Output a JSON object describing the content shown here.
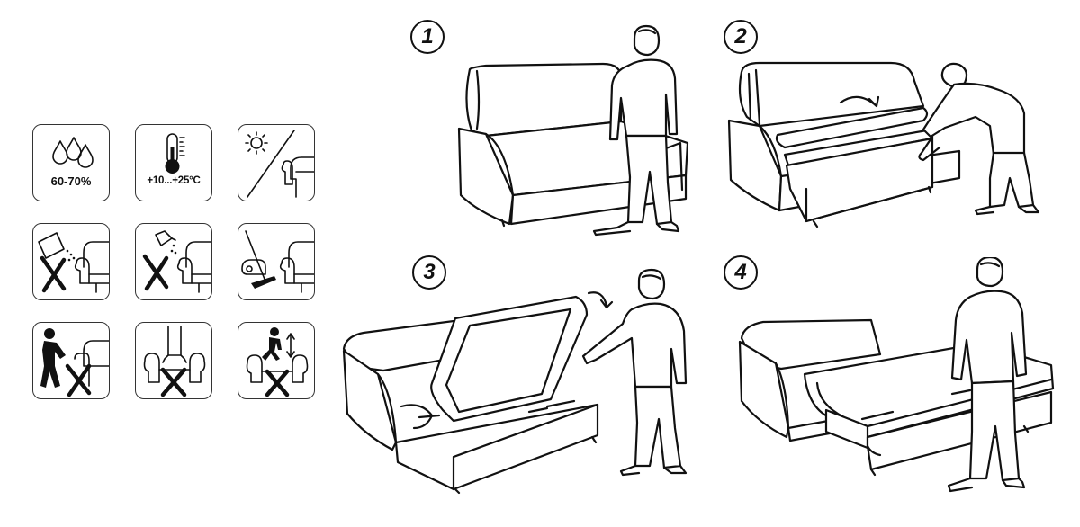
{
  "care_icons": {
    "humidity": {
      "label": "60-70%",
      "icon": "water-drops-icon"
    },
    "temperature": {
      "label": "+10...+25°C",
      "icon": "thermometer-icon"
    },
    "no_sunlight": {
      "icon": "sun-crossed-sofa-icon"
    },
    "no_spill": {
      "icon": "no-spill-bucket-icon"
    },
    "no_bottle": {
      "icon": "no-bottle-spill-icon"
    },
    "vacuum": {
      "icon": "vacuum-cleaner-icon"
    },
    "no_lifting_by_armrest": {
      "icon": "no-person-lifting-icon"
    },
    "no_standing_on_seat": {
      "icon": "no-standing-on-seat-icon"
    },
    "no_jumping": {
      "icon": "no-jumping-icon"
    }
  },
  "steps": [
    {
      "number": "1"
    },
    {
      "number": "2"
    },
    {
      "number": "3"
    },
    {
      "number": "4"
    }
  ]
}
